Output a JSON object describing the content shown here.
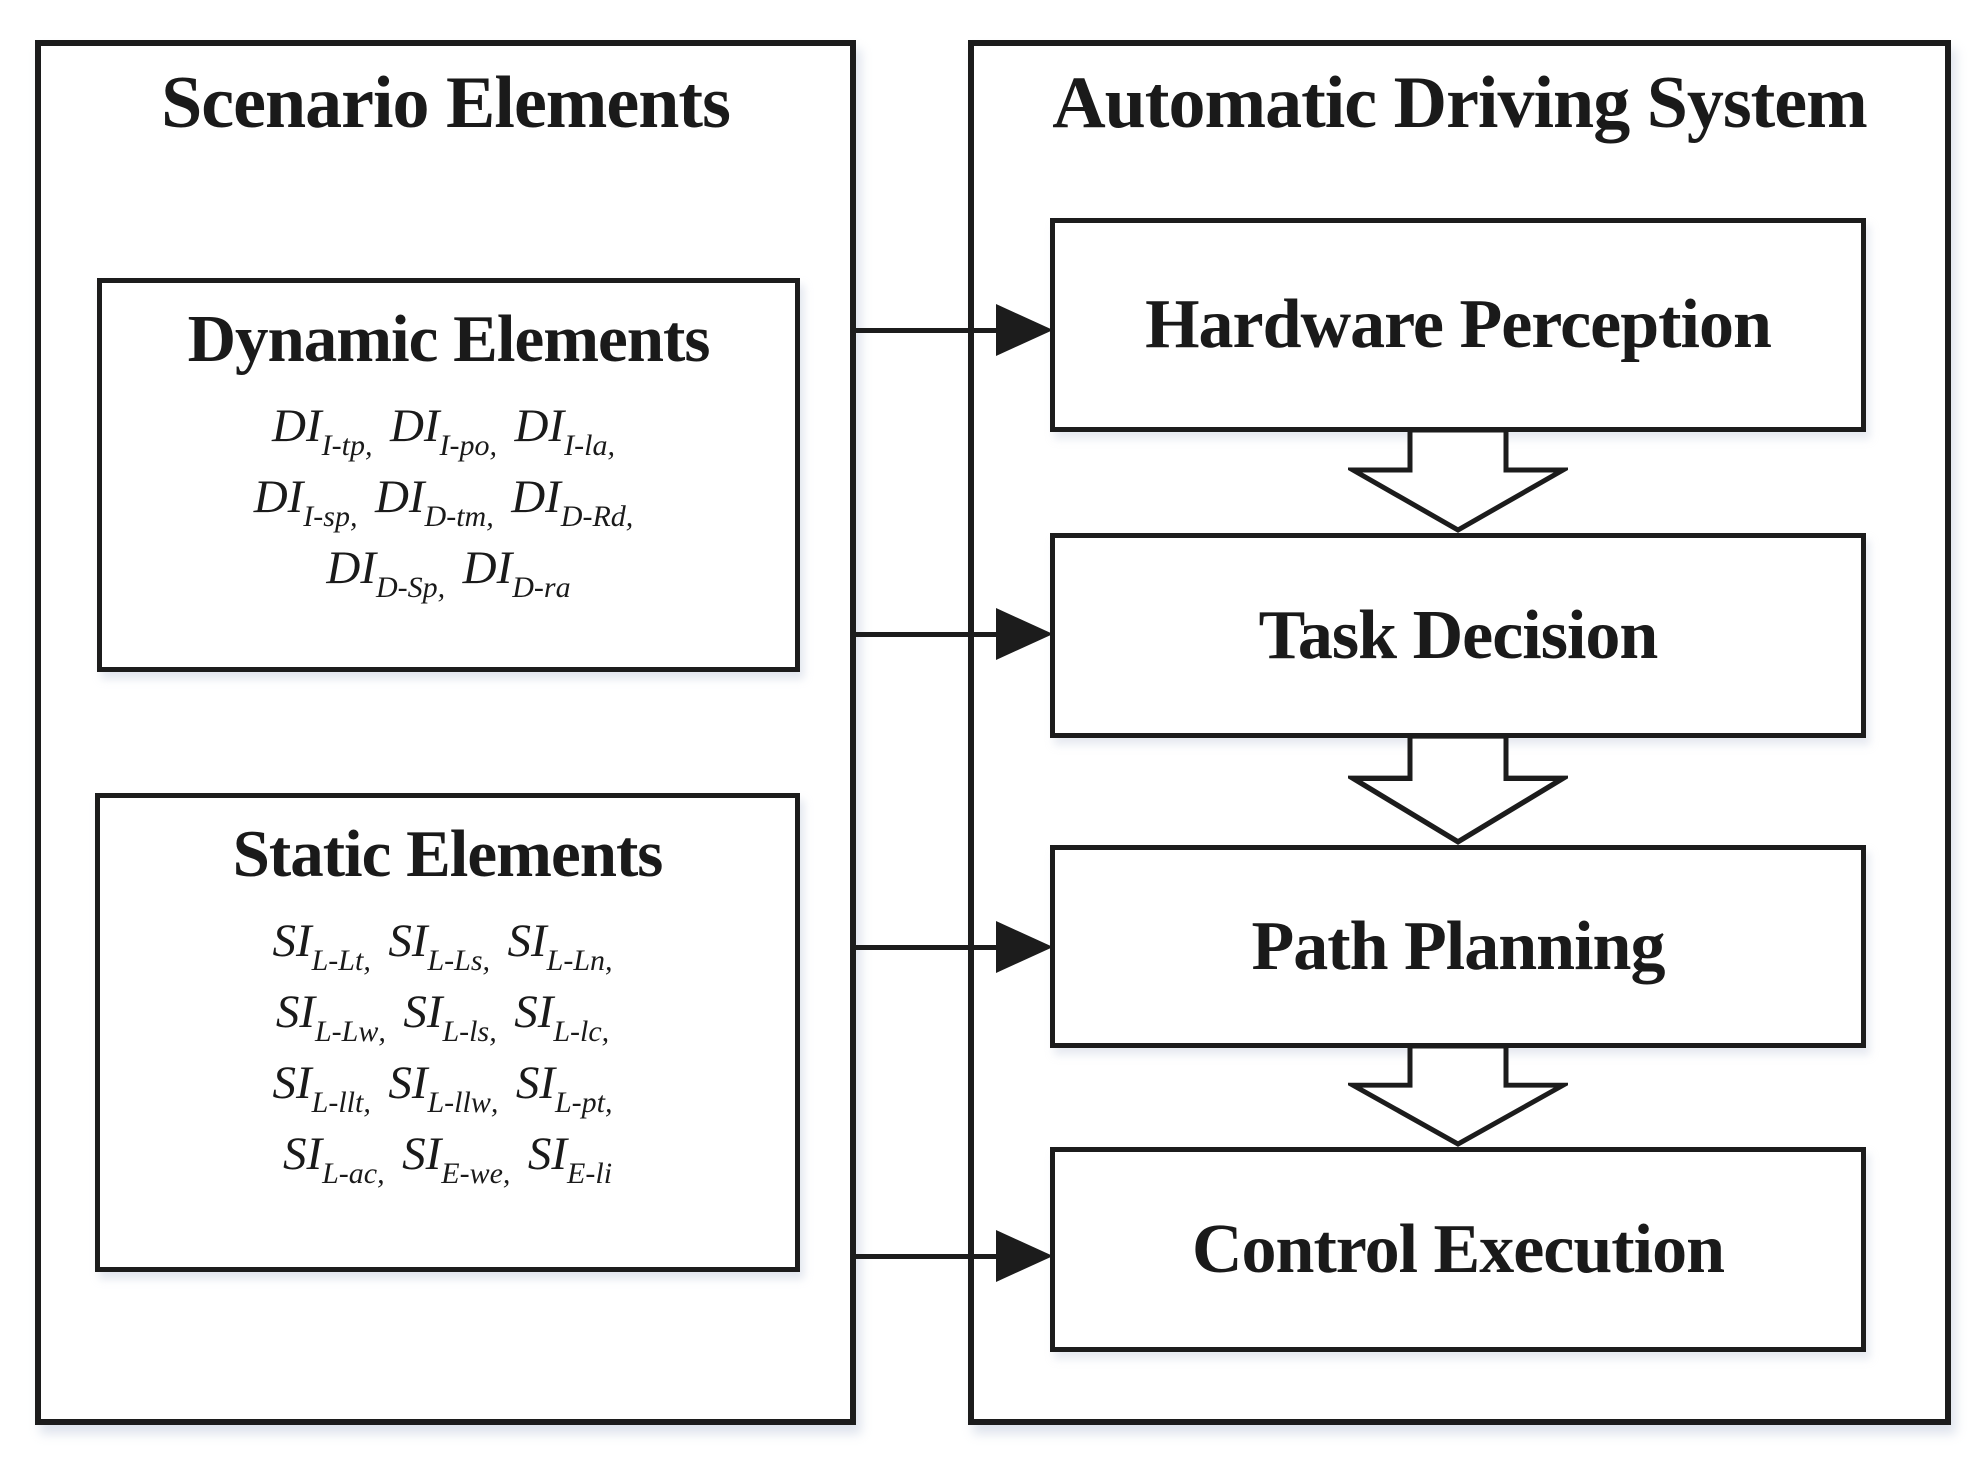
{
  "diagram": {
    "separator": ",",
    "colors": {
      "line": "#1c1c1c",
      "box_fill": "#ffffff",
      "background": "#ffffff"
    },
    "left_panel": {
      "title": "Scenario Elements",
      "dynamic_box": {
        "title": "Dynamic Elements",
        "formula_lines": [
          {
            "items": [
              {
                "base": "DI",
                "sub": "I-tp"
              },
              {
                "base": "DI",
                "sub": "I-po"
              },
              {
                "base": "DI",
                "sub": "I-la"
              }
            ],
            "trailing_comma": true
          },
          {
            "items": [
              {
                "base": "DI",
                "sub": "I-sp"
              },
              {
                "base": "DI",
                "sub": "D-tm"
              },
              {
                "base": "DI",
                "sub": "D-Rd"
              }
            ],
            "trailing_comma": true
          },
          {
            "items": [
              {
                "base": "DI",
                "sub": "D-Sp"
              },
              {
                "base": "DI",
                "sub": "D-ra"
              }
            ],
            "trailing_comma": false
          }
        ]
      },
      "static_box": {
        "title": "Static Elements",
        "formula_lines": [
          {
            "items": [
              {
                "base": "SI",
                "sub": "L-Lt"
              },
              {
                "base": "SI",
                "sub": "L-Ls"
              },
              {
                "base": "SI",
                "sub": "L-Ln"
              }
            ],
            "trailing_comma": true
          },
          {
            "items": [
              {
                "base": "SI",
                "sub": "L-Lw"
              },
              {
                "base": "SI",
                "sub": "L-ls"
              },
              {
                "base": "SI",
                "sub": "L-lc"
              }
            ],
            "trailing_comma": true
          },
          {
            "items": [
              {
                "base": "SI",
                "sub": "L-llt"
              },
              {
                "base": "SI",
                "sub": "L-llw"
              },
              {
                "base": "SI",
                "sub": "L-pt"
              }
            ],
            "trailing_comma": true
          },
          {
            "items": [
              {
                "base": "SI",
                "sub": "L-ac"
              },
              {
                "base": "SI",
                "sub": "E-we"
              },
              {
                "base": "SI",
                "sub": "E-li"
              }
            ],
            "trailing_comma": false
          }
        ]
      }
    },
    "right_panel": {
      "title": "Automatic Driving System",
      "flow_boxes": [
        {
          "label": "Hardware Perception"
        },
        {
          "label": "Task Decision"
        },
        {
          "label": "Path Planning"
        },
        {
          "label": "Control Execution"
        }
      ]
    }
  }
}
